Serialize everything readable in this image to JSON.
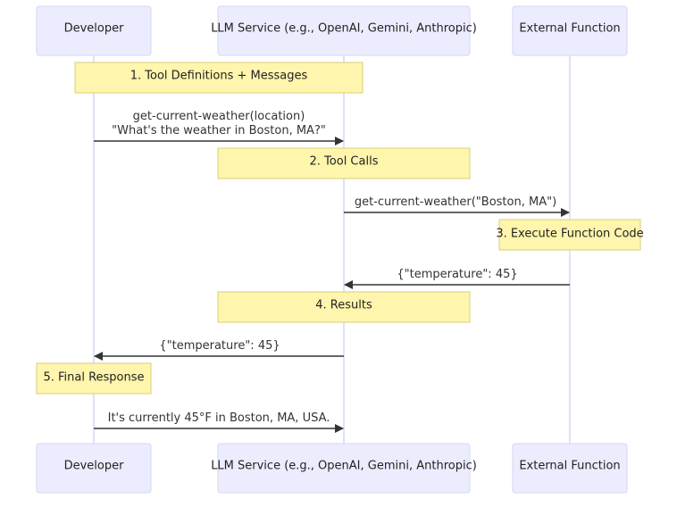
{
  "actors": [
    {
      "id": "developer",
      "label": "Developer"
    },
    {
      "id": "llm",
      "label": "LLM Service (e.g., OpenAI, Gemini, Anthropic)"
    },
    {
      "id": "external",
      "label": "External Function"
    }
  ],
  "notes": [
    {
      "id": "note-1",
      "text": "1. Tool Definitions + Messages"
    },
    {
      "id": "note-2",
      "text": "2. Tool Calls"
    },
    {
      "id": "note-3",
      "text": "3. Execute Function Code"
    },
    {
      "id": "note-4",
      "text": "4. Results"
    },
    {
      "id": "note-5",
      "text": "5. Final Response"
    }
  ],
  "messages": [
    {
      "id": "msg-1",
      "from": "developer",
      "to": "llm",
      "lines": [
        "get-current-weather(location)",
        "\"What's the weather in Boston, MA?\""
      ]
    },
    {
      "id": "msg-2",
      "from": "llm",
      "to": "external",
      "lines": [
        "get-current-weather(\"Boston, MA\")"
      ]
    },
    {
      "id": "msg-3",
      "from": "external",
      "to": "llm",
      "lines": [
        "{\"temperature\": 45}"
      ]
    },
    {
      "id": "msg-4",
      "from": "llm",
      "to": "developer",
      "lines": [
        "{\"temperature\": 45}"
      ]
    },
    {
      "id": "msg-5",
      "from": "developer",
      "to": "llm",
      "lines": [
        "It's currently 45°F in Boston, MA, USA."
      ]
    }
  ]
}
